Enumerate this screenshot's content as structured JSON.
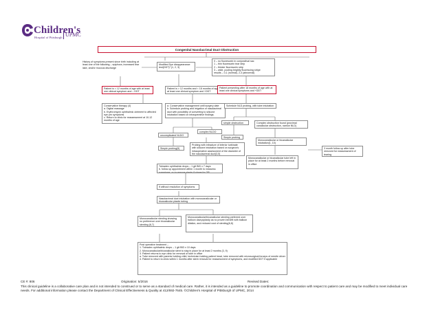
{
  "logo": {
    "name": "Children's",
    "of": "of",
    "hospital": "Hospital of Pittsburgh",
    "upmc": "UPMC"
  },
  "title": "Congenital Nasolacrimal Duct Obstruction",
  "boxes": {
    "history": "History of symptoms present since birth including at least one of the following – epiphora, increased tear lake, and/or mucous discharge",
    "ddt_test": "Modified Dye disappearance test(DDT)¹ (1, 2, 3)",
    "ddt_scale": "0 – no fluorescein in conjunctival sac\n1 – thin fluorescein tear strip\n2 – thicker fluorescein strip\n3 – wide, pooling brightly fluorescing stripe\nresults – 0,1 (normal), 2,3 (abnormal)",
    "pt_under12": "Patient is < 12 months of age with at least one clinical symptom and – DDT",
    "pt_12to18": "Patient is > 12 months and < 18 months of age with at least one clinical symptom and +DDT",
    "pt_over18": "Patient presenting after 18 months of age with at least one clinical symptoms and +DDT",
    "conservative": "Conservative therapy (4)\na. Digital massage\nb. Erythromycin ophthalmic ointment to affected eye  prn symptoms\nc. Return to clinic for reassessment at 10-12 months of age",
    "conservative_mgmt": "a. Conservative management until surgery date\nb. Schedule probing and irrigation of nasolacrimal duct with possibility of converting to silicone intubation based on intraoperative findings.",
    "schedule_nld": "Schedule NLD probing, with tube intubation",
    "uncomplicated": "uncomplicated NLDO",
    "complex": "complex NLDO",
    "simple_probing_a": "Simple probing(5)",
    "probing_infracture": "Probing with infracture of inferior turbinate with silicone intubation based on surgeon's intraoperative assessment of the diameter of the nasolacrimal duct(3,5)",
    "simple_obstruction": "simple obstruction",
    "complex_obstruction": "Complex obstruction found (proximal canalicular obstruction, narrow NLD)",
    "simple_probing_b": "Simple probing",
    "tobradex": "Tobradex ophthalmic drops – 1 gtt BID x 7 days\nb. follow up appointment within 1 month to reassess symptoms, or to remove stents if placed in OR",
    "no_resolution": "If without resolution of symptoms",
    "mono_bicanalicular": "Monocanalicular or bicanalicular intubation(1, 10)",
    "tube_inplace": "Monocanalicular or bicanalicular tube left in place for at least 2 months before removal in office",
    "followup_3mo": "3 month follow up after tube removed for reassessment of tearing",
    "nasolacrimal_intubation": "Nasolacrimal duct intubation with monocanalicular or bicanalicular plastic tubing",
    "mono_stenting": "Monocanalicular stenting showing no preference over bicanalicular stenting (6,7)",
    "mono_bi_preferred": "Monocanalicular/bicanalicular stenting preferred over balloon dacryoplasty as no proven benefit with balloon dilation, and reduced cost of stenting(6,8)",
    "postop": "Post operative treatment –\n1. Tobradex ophthalmic drops – 1 gtt BID x 10 days\n2. Monocanalicular/bicanalicular stent to stay in place for at least 2 months (3, 9)\n3. Patient returns to eye clinic for removal of tube in office\na. Tube removed with parents holding child, technician holding patient head, tube removed with microsurgical forceps of needle driver\n4. Patient to return to clinic within 1 months after stent removal for reassessment of symptoms, and modified DDT if applicable"
  },
  "footer": {
    "ce_number": "CE #: 806",
    "origination": "Origination: 5/2016",
    "revised": "Revised Dates:",
    "disclaimer": "This clinical guideline is a collaborative care plan and is not intended to construed or to serve as a standard of medical care. Rather, it is intended as a guideline to promote coordination and communication with respect to patient care and may be modified to meet individual care needs. For additional information please contact the Department of Clinical Effectiveness & Quality at 412/692-7645.   ©Children's Hospital of Pittsburgh of UPMC, 2014"
  },
  "colors": {
    "brand": "#5b2c83",
    "accent": "#c8102e"
  },
  "icons": {
    "logo_mark": "childrens-hospital-logo-icon"
  }
}
